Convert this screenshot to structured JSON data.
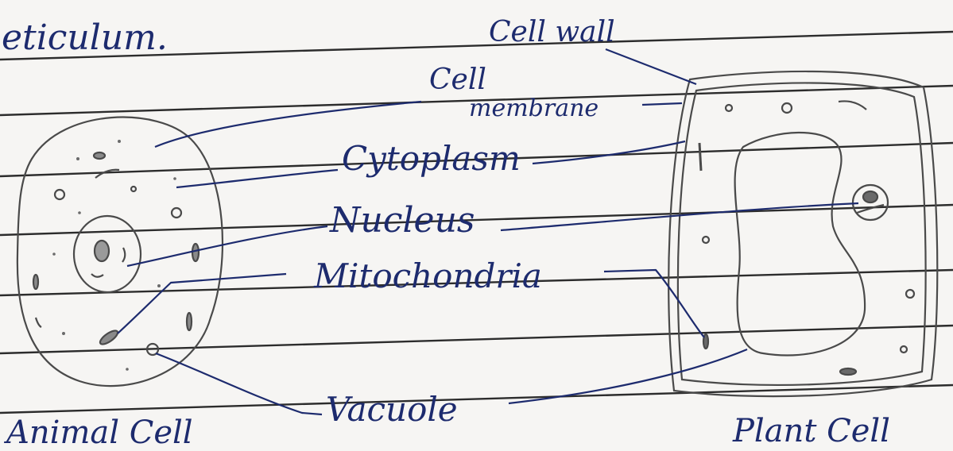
{
  "header_fragment": "eticulum.",
  "labels": {
    "cell_wall": "Cell wall",
    "cell_membrane_line1": "Cell",
    "cell_membrane_line2": "membrane",
    "cytoplasm": "Cytoplasm",
    "nucleus": "Nucleus",
    "mitochondria": "Mitochondria",
    "vacuole": "Vacuole"
  },
  "captions": {
    "animal": "Animal Cell",
    "plant": "Plant Cell"
  },
  "colors": {
    "ink_blue": "#1d2b6e",
    "pencil": "#4a4a4a",
    "ruled_line": "#2c2c2c",
    "paper": "#f6f5f3"
  }
}
